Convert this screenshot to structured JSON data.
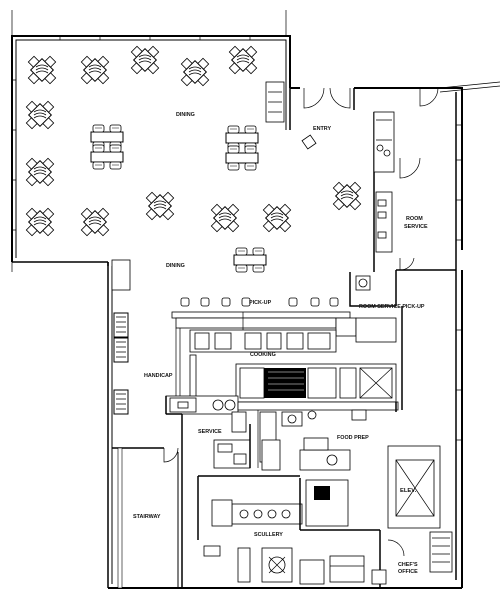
{
  "labels": {
    "dining_top": "DINING",
    "dining_mid": "DINING",
    "entry": "ENTRY",
    "room_service_1": "ROOM",
    "room_service_2": "SERVICE",
    "room_service_pickup": "ROOM SERVICE PICK-UP",
    "pick_up": "PICK-UP",
    "cooking": "COOKING",
    "handicap": "HANDICAP",
    "service": "SERVICE",
    "food_prep": "FOOD PREP",
    "stairway": "STAIRWAY",
    "elev": "ELEV.",
    "scullery": "SCULLERY",
    "chefs_office_1": "CHEF'S",
    "chefs_office_2": "OFFICE"
  }
}
